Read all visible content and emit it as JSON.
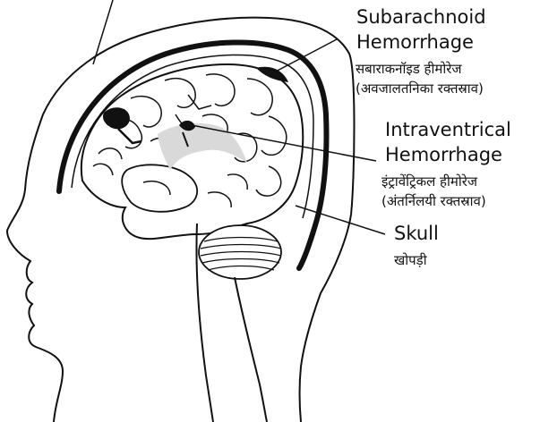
{
  "labels": {
    "subarachnoid": {
      "en_line1": "Subarachnoid",
      "en_line2": "Hemorrhage",
      "hi_line1": "सबाराकनॉइड हीमोरेज",
      "hi_line2": "(अवजालतनिका रक्तस्राव)"
    },
    "intraventricular": {
      "en_line1": "Intraventrical",
      "en_line2": "Hemorrhage",
      "hi_line1": "इंट्रावेंट्रिकल हीमोरेज",
      "hi_line2": "(अंतर्निलयी रक्तस्राव)"
    },
    "skull": {
      "en": "Skull",
      "hi": "खोपड़ी"
    }
  },
  "colors": {
    "line": "#111111",
    "brain_fill": "#ffffff",
    "ventricle_fill": "#d9d9d9",
    "hemorrhage_fill": "#111111"
  }
}
